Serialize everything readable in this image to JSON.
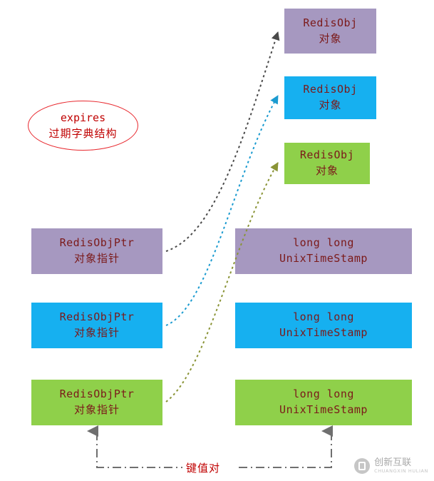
{
  "diagram": {
    "title_ellipse": {
      "line1": "expires",
      "line2": "过期字典结构"
    },
    "objects": [
      {
        "line1": "RedisObj",
        "line2": "对象",
        "color": "#a698c0"
      },
      {
        "line1": "RedisObj",
        "line2": "对象",
        "color": "#16b0f0"
      },
      {
        "line1": "RedisObj",
        "line2": "对象",
        "color": "#8fd04a"
      }
    ],
    "pointers": [
      {
        "line1": "RedisObjPtr",
        "line2": "对象指针",
        "color": "#a698c0"
      },
      {
        "line1": "RedisObjPtr",
        "line2": "对象指针",
        "color": "#16b0f0"
      },
      {
        "line1": "RedisObjPtr",
        "line2": "对象指针",
        "color": "#8fd04a"
      }
    ],
    "values": [
      {
        "line1": "long long",
        "line2": "UnixTimeStamp",
        "color": "#a698c0"
      },
      {
        "line1": "long long",
        "line2": "UnixTimeStamp",
        "color": "#16b0f0"
      },
      {
        "line1": "long long",
        "line2": "UnixTimeStamp",
        "color": "#8fd04a"
      }
    ],
    "kv_label": "键值对",
    "watermark": {
      "main": "创新互联",
      "sub": "CHUANGXIN HULIAN"
    }
  }
}
